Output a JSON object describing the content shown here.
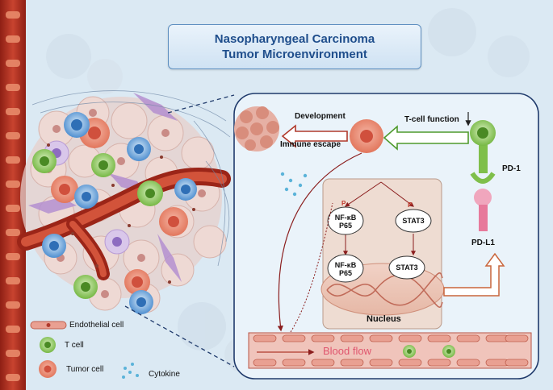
{
  "title": {
    "line1": "Nasopharyngeal Carcinoma",
    "line2": "Tumor Microenvironment"
  },
  "labels": {
    "development": "Development",
    "immune_escape": "Immune escape",
    "tcell_function": "T-cell function",
    "pd1": "PD-1",
    "pdl1": "PD-L1",
    "nfkb_p65_top": "NF-κB\nP65",
    "stat3_top": "STAT3",
    "nfkb_p65_bottom": "NF-κB\nP65",
    "stat3_bottom": "STAT3",
    "phospho": "P",
    "nucleus": "Nucleus",
    "blood_flow": "Blood flow"
  },
  "legend": {
    "endothelial": "Endothelial cell",
    "tcell": "T cell",
    "tumor": "Tumor cell",
    "cytokine": "Cytokine"
  },
  "colors": {
    "vessel": "#b23324",
    "tumor": "#e9856b",
    "tcell": "#7fbf4a",
    "immune_blue": "#4f8fd0",
    "arrow_dark_red": "#8b1e1e",
    "arrow_green": "#4f9a2c",
    "title_text": "#1f4e8c"
  }
}
